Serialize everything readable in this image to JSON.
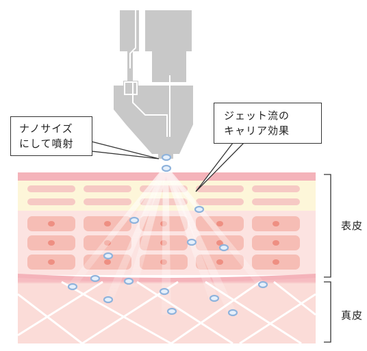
{
  "callouts": {
    "nano_spray": {
      "lines": [
        "ナノサイズ",
        "にして噴射"
      ]
    },
    "jet_carrier": {
      "lines": [
        "ジェット流の",
        "キャリア効果"
      ]
    }
  },
  "layers": {
    "epidermis": "表皮",
    "dermis": "真皮"
  },
  "colors": {
    "nozzle": "#c8c8c8",
    "top_band": "#f4b3ba",
    "stratum_bg": "#fdf6d9",
    "stratum_cell": "#f6c9c4",
    "epidermis_bg": "#fce3e1",
    "epidermis_cell": "#f6bdb5",
    "nucleus": "#ee8f82",
    "membrane": "#f4b3ba",
    "dermis_bg": "#fbdcd8",
    "particle_stroke": "#8fb3dc",
    "particle_fill": "#e6f0fb"
  }
}
